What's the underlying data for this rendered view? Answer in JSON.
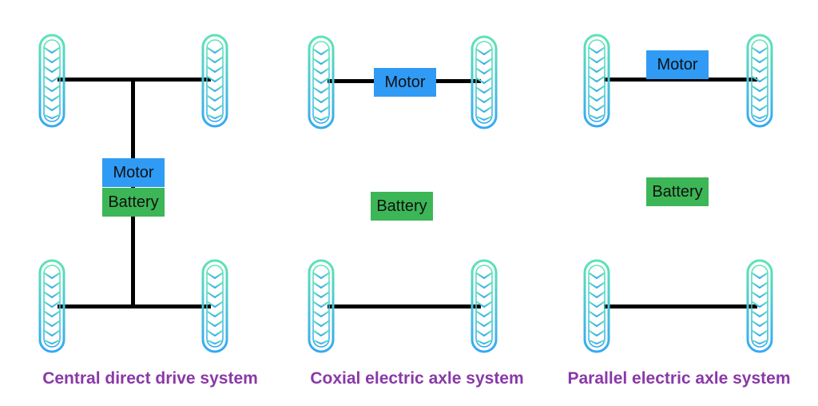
{
  "colors": {
    "motor": "#2f9bf5",
    "battery": "#3cb656",
    "caption": "#8a38a8",
    "axle": "#000000",
    "tire_top": "#5fe3b6",
    "tire_bottom": "#36a9f2"
  },
  "icons": [
    "tire-icon"
  ],
  "systems": [
    {
      "caption": "Central direct drive system",
      "motor_label": "Motor",
      "battery_label": "Battery"
    },
    {
      "caption": "Coxial electric axle system",
      "motor_label": "Motor",
      "battery_label": "Battery"
    },
    {
      "caption": "Parallel electric axle system",
      "motor_label": "Motor",
      "battery_label": "Battery"
    }
  ]
}
